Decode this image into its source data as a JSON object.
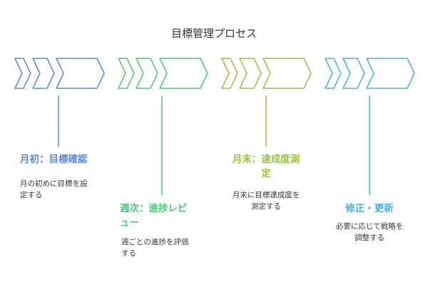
{
  "title": "目標管理プロセス",
  "stages": [
    {
      "title_lines": [
        "月初：目標確認"
      ],
      "desc_lines": [
        "月の初めに目標を設",
        "定する"
      ],
      "color": "#5b87e0"
    },
    {
      "title_lines": [
        "週次：進捗レビ",
        "ュー"
      ],
      "desc_lines": [
        "週ごとの進捗を評価",
        "する"
      ],
      "color": "#4bc97a"
    },
    {
      "title_lines": [
        "月末：達成度測",
        "定"
      ],
      "desc_lines": [
        "月末に目標達成度を",
        "測定する"
      ],
      "color": "#9bc13e"
    },
    {
      "title_lines": [
        "修正・更新"
      ],
      "desc_lines": [
        "必要に応じて戦略を",
        "調整する"
      ],
      "color": "#4aaee0"
    }
  ]
}
